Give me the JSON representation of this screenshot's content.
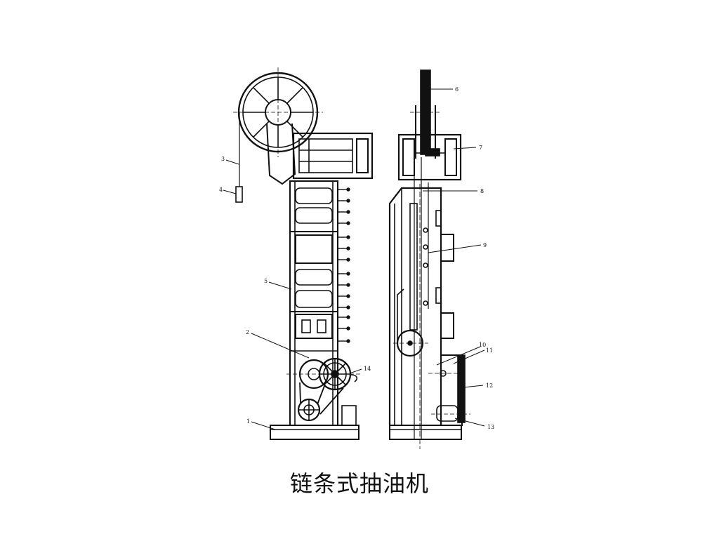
{
  "slide": {
    "title": "链条式抽油机"
  },
  "labels": {
    "l1": "1",
    "l2": "2",
    "l3": "3",
    "l4": "4",
    "l5": "5",
    "l6": "6",
    "l7": "7",
    "l8": "8",
    "l9": "9",
    "l10": "10",
    "l11": "11",
    "l12": "12",
    "l13": "13",
    "l14": "14"
  },
  "colors": {
    "ink": "#111111",
    "background": "#ffffff"
  }
}
